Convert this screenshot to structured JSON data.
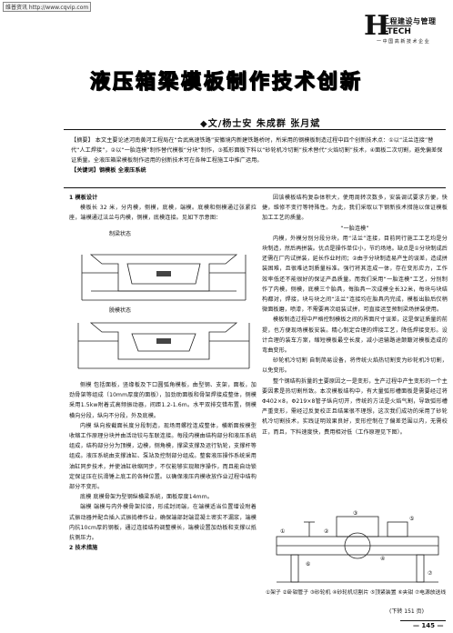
{
  "header": {
    "stamp": "维普资讯 http://www.cqvip.com",
    "logo_letter": "H",
    "logo_cn": "工程建设与管理",
    "logo_en": "i-TECH",
    "logo_sub": "一 中 国 高 新 技 术 企 业"
  },
  "article": {
    "title": "液压箱梁模板制作技术创新",
    "authors": "◆文/杨士安  朱成群  张月斌",
    "abstract": "【摘要】  本文主要论述河南黄河工程局在“合武高速铁路”安徽境内新建铁路桥时，所采用的钢模板制造过程中四个创新技术点：①以“法兰连接”替代“人工焊接”，②以“一胎连模”制作替代模板“分块”制作，③孤形面板下料以“砂轮机冷切割”技术替代“火焰切割”技术，④面板二次切割，避免偏差保证质量。全液压箱梁模板制作运用的创新技术可在各种工程施工中推广运用。",
    "keywords": "【关键词】钢模板  全液压系统"
  },
  "left": {
    "h1": "1 模板设计",
    "p1": "模板长 32 米，分内模，侧模，底模，端模。底模和侧模通过张紧拉座，端模通过法兰与内模，侧模，底模连接。见如下示意图：",
    "fig_top": "制梁状态",
    "fig_bottom": "脱模状态",
    "p2": "侧模  包括面板，竖缘板及下口圆弧角模板，由型钢、支架，面板，加劲骨架等组成（10mm厚度的面板），加劲助面板和骨架焊接成整体，侧模采用1.5kw附着式高频振动器，间距1.2-1.6m。水平双排交错布置，侧模横向分段，纵向不分段，外及底模。",
    "p3": "内模  纵向按截面长度分段制造，现场用螺栓连成整体，横断面按模型收缩工作原理分块并由活动铰与车联连接。每段内模由结构部分和液压系统组成，结构部分分为顶模，边模，侧角模，撑梁支撑及运行轨轮，支撑杆等组成。液压系统由支撑油缸、泵站及控制部分组成。整套液压操作系统采用油缸同步技术，并使油缸收缩同步，不仅能够实现顺序操作，而且能自动锁定保证压在抗滑锤上底工的各种位置。以确保液压内模收放作业过程中结构部分不变形。",
    "p4": "底模  底模骨架为型钢纵横梁系统，面板厚度14mm。",
    "p5": "端模  端模与内外模骨架拉接，形成封闭端，在端模适当位置增设附着式振动器并配合插入式振捣棒作业，确保端部封端混凝土密实不漏浆，端模内抗10cm厚的钢板，通过连接结构调整模长，端模设置加劲板和支撑以抵抗侧压力。",
    "h2": "2 技术措施"
  },
  "right": {
    "p1": "因该模板结构复杂体积大，使用周转次数多，安装调试要求方便，快捷，维修不变行等特殊性。为此，我们采取以下钢新技术措施以保证模板加工工艺的质量。",
    "h1": "“一胎连模”",
    "p2": "内模，外模分别分段分块，用“法兰”连接，目前同行施工工艺均是分块制造，然后再拼装。优点是操作单位小，节约场地。缺点是①分块制成后还需在厂内试拼装，延长作业时间；②由于分块制造易产生的误差，造成拼装困难，且很难达到质量标准。强行将其连成一体，存在变形应力，工作效率低还不能很好的保证产品质量。而我们采用“一胎连模”工艺，分别制作了内模，侧模，底模三个胎具，每胎具一次成模全长32米，每块与块结构都对，焊接，块与块之间“法兰”连接均在胎具内完成，模板出胎后仅稍微面板磨，喷漆，不需要再次组装试拼，可直接运至预制梁场拼装使用。",
    "p3": "模板制造过程中严格控制模板之间的界面尺寸误差，这是保证质量的前提，也方便现场模板安装。精心制定合理的焊接工艺，降低焊接变形。设计合理的装车方案，缩短模板最空长度，减小运输路途颠簸对模板造成的弯曲变形。",
    "p4": "砂轮机冷切割 自制简易设备，将传统火焰热切割变为砂轮机冷切割，以免变形。",
    "p5": "整个钢结构拆量的主要原因之一是变形，生产过程中产生变形的一个主要因素是热切割所致。本次模板结构中，有大量弧形槽面板是需要经过将Φ402×8，Φ219×8管子纵向切开，传统的方法是火焰气割，导致弧形槽严重变形，需经过反复校正且结果很不理想，这次我们成功的采用了砂轮机冷切割技术，实践证明效果良好，变形控制在了偏差范围以内，无需校正，而且，下料速度快，费用相对低（工作原理见下图）。",
    "caption": "①架子 ②卧钳管子 ③砂轮机 ④砂轮机切割片 ⑤顶紧装置 ⑥夹钳 ⑦电源放送线",
    "cont": "(下转 151 页)"
  },
  "footer": {
    "page": "— 145 —"
  }
}
